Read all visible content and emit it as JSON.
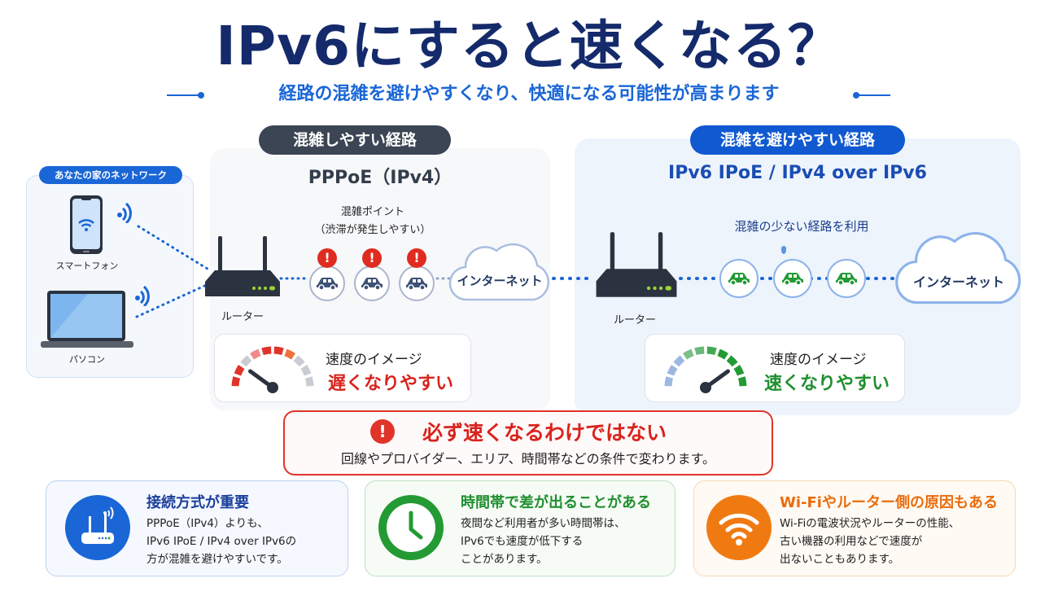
{
  "header": {
    "title": "IPv6にすると速くなる？",
    "subtitle": "経路の混雑を避けやすくなり、快適になる可能性が高まります"
  },
  "home_network": {
    "badge": "あなたの家のネットワーク",
    "devices": [
      {
        "label": "スマートフォン",
        "icon": "smartphone-icon"
      },
      {
        "label": "パソコン",
        "icon": "laptop-icon"
      }
    ]
  },
  "congested_route": {
    "badge": "混雑しやすい経路",
    "protocol": "PPPoE（IPv4）",
    "router_label": "ルーター",
    "point_label_1": "混雑ポイント",
    "point_label_2": "（渋滞が発生しやすい）",
    "car_count": 3,
    "internet_label": "インターネット",
    "speed_title": "速度のイメージ",
    "speed_value": "遅くなりやすい",
    "speed_color": "#d8231c",
    "gauge_level": 0.2
  },
  "clear_route": {
    "badge": "混雑を避けやすい経路",
    "protocol": "IPv6 IPoE / IPv4 over IPv6",
    "router_label": "ルーター",
    "route_label": "混雑の少ない経路を利用",
    "car_count": 3,
    "internet_label": "インターネット",
    "speed_title": "速度のイメージ",
    "speed_value": "速くなりやすい",
    "speed_color": "#1f8f2e",
    "gauge_level": 0.8
  },
  "warning": {
    "icon": "exclamation-icon",
    "title": "必ず速くなるわけではない",
    "text": "回線やプロバイダー、エリア、時間帯などの条件で変わります。"
  },
  "info_cards": [
    {
      "icon": "router-wifi-icon",
      "title": "接続方式が重要",
      "lines": [
        "PPPoE（IPv4）よりも、",
        "IPv6 IPoE / IPv4 over IPv6の",
        "方が混雑を避けやすいです。"
      ],
      "color": "#1a66d6"
    },
    {
      "icon": "clock-icon",
      "title": "時間帯で差が出ることがある",
      "lines": [
        "夜間など利用者が多い時間帯は、",
        "IPv6でも速度が低下する",
        "ことがあります。"
      ],
      "color": "#239a34"
    },
    {
      "icon": "wifi-icon",
      "title": "Wi-Fiやルーター側の原因もある",
      "lines": [
        "Wi-Fiの電波状況やルーターの性能、",
        "古い機器の利用などで速度が",
        "出ないこともあります。"
      ],
      "color": "#f07a12"
    }
  ]
}
